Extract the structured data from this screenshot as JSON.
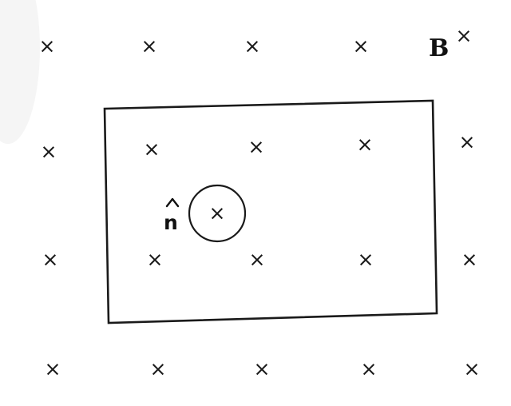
{
  "diagram": {
    "field_label": "B",
    "normal_label": "n",
    "field_symbol": "×",
    "cross_rows": 4,
    "cross_cols": 5,
    "colors": {
      "ink": "#1a1a1a",
      "background": "#ffffff"
    }
  }
}
